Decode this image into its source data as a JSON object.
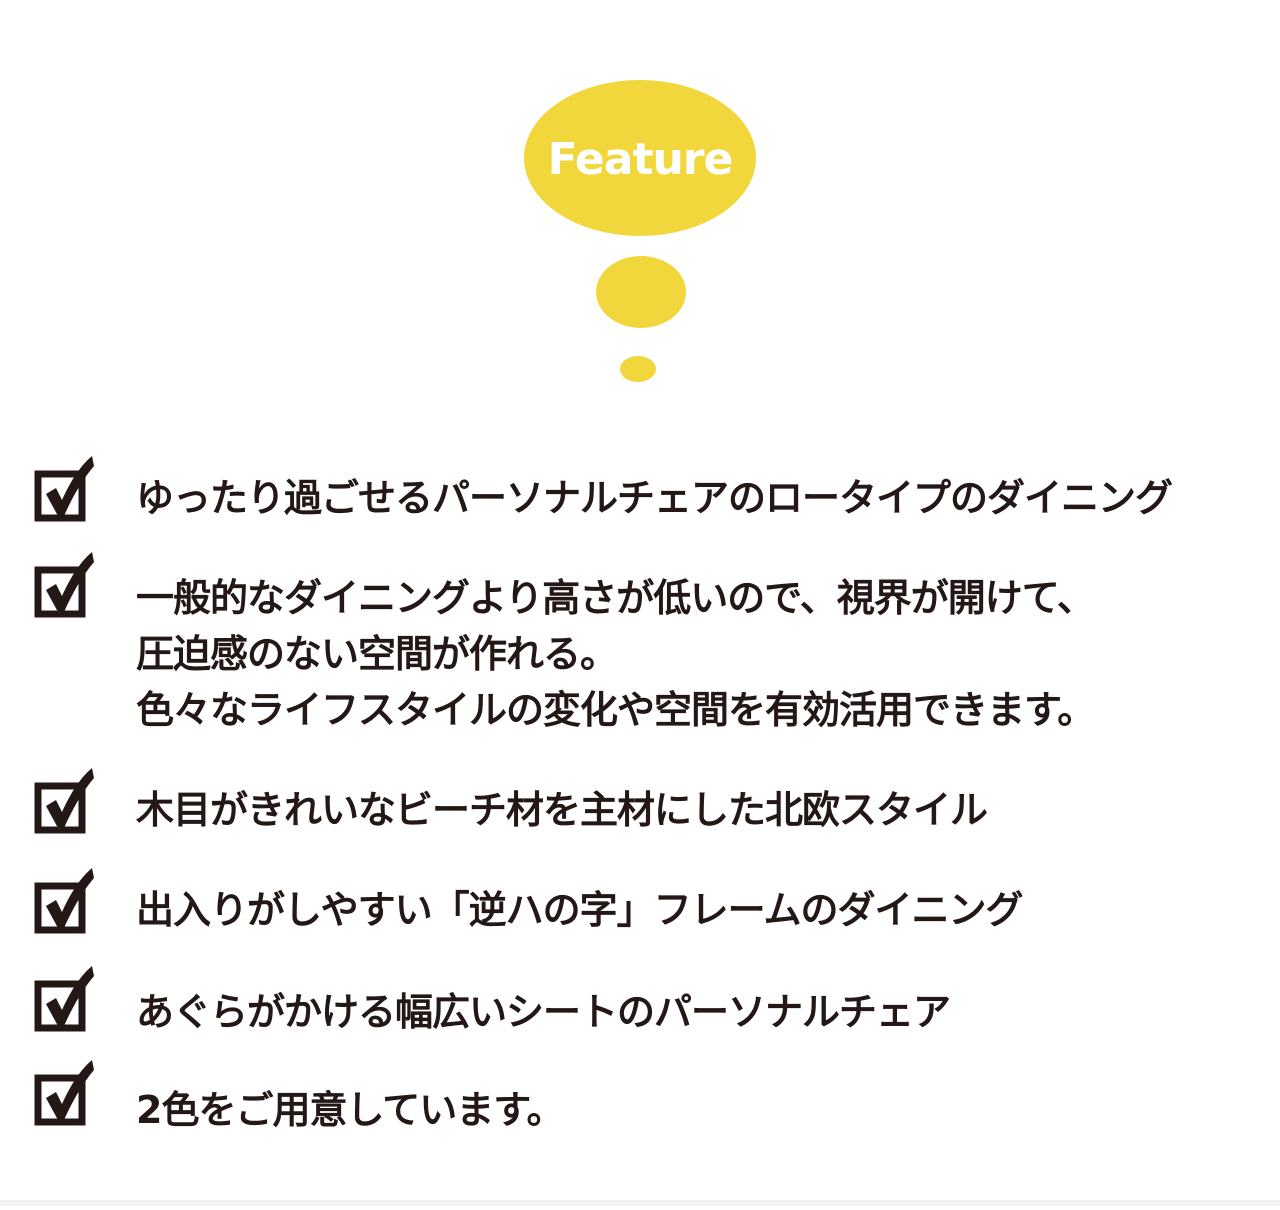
{
  "header": {
    "bubble_label": "Feature"
  },
  "features": [
    {
      "lines": [
        "ゆったり過ごせるパーソナルチェアのロータイプのダイニング"
      ]
    },
    {
      "lines": [
        "一般的なダイニングより高さが低いので、視界が開けて、",
        "圧迫感のない空間が作れる。",
        "色々なライフスタイルの変化や空間を有効活用できます。"
      ]
    },
    {
      "lines": [
        "木目がきれいなビーチ材を主材にした北欧スタイル"
      ]
    },
    {
      "lines": [
        "出入りがしやすい「逆ハの字」フレームのダイニング"
      ]
    },
    {
      "lines": [
        "あぐらがかける幅広いシートのパーソナルチェア"
      ]
    },
    {
      "lines": [
        "2色をご用意しています。"
      ]
    }
  ],
  "icons": {
    "checkbox": "checkbox-checked-icon"
  },
  "colors": {
    "accent": "#f2d73c",
    "text": "#231815",
    "bubble_text": "#ffffff"
  }
}
